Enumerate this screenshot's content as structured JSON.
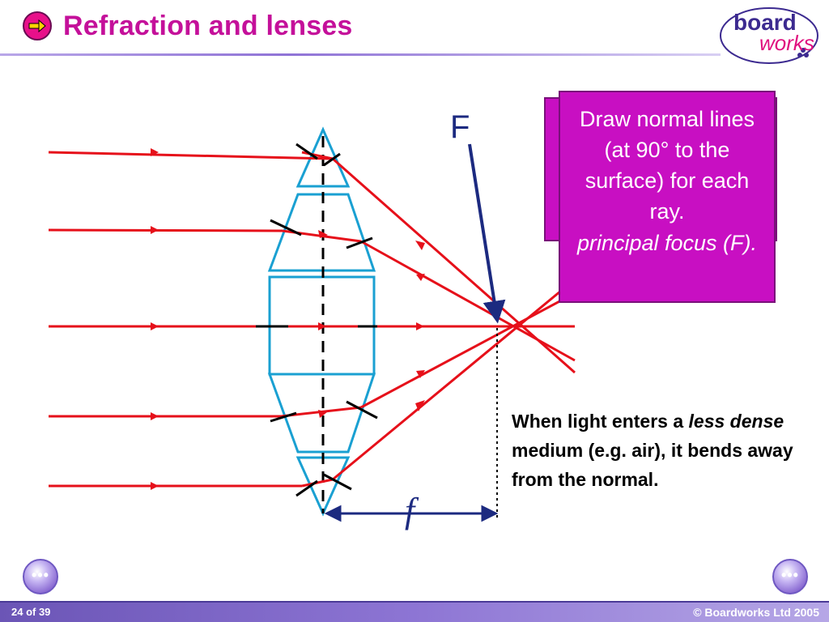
{
  "title": "Refraction and lenses",
  "logo": {
    "line1": "board",
    "line2": "works"
  },
  "diagram": {
    "focus_label": "F",
    "focal_length_label": "f"
  },
  "info_box": {
    "main_text": "Draw normal lines (at 90° to the surface) for each ray.",
    "sub_text": "principal focus (F)."
  },
  "explanation": {
    "part1": "When light enters a ",
    "italic1": "less dense",
    "part2": " medium (e.g. air), it bends away from the normal."
  },
  "footer": {
    "page": "24 of 39",
    "copyright": "© Boardworks Ltd 2005"
  },
  "colors": {
    "ray": "#e6101a",
    "lens": "#1aa0d2",
    "focus_arrow": "#1c2a80",
    "title": "#c4109a",
    "box": "#c80fc2"
  }
}
